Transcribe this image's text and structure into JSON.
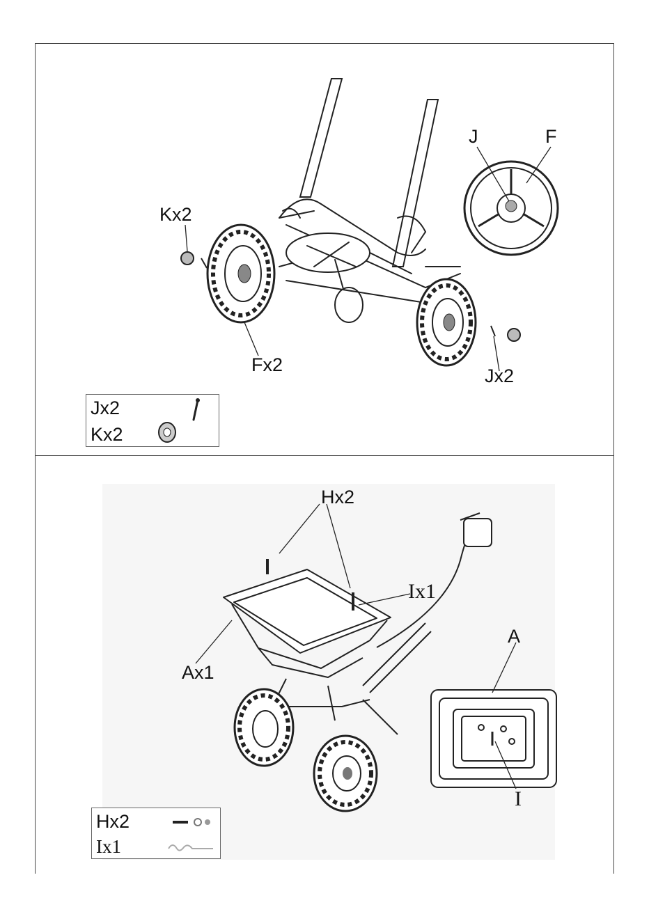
{
  "panel_top": {
    "callouts": {
      "k": "Kx2",
      "f": "Fx2",
      "j": "Jx2",
      "detail_j": "J",
      "detail_f": "F"
    },
    "legend": {
      "rows": [
        {
          "label": "Jx2",
          "icon": "pin-icon"
        },
        {
          "label": "Kx2",
          "icon": "wheel-cap-icon"
        }
      ]
    }
  },
  "panel_bottom": {
    "callouts": {
      "h": "Hx2",
      "i": "Ix1",
      "a": "Ax1",
      "detail_a": "A",
      "detail_i": "I"
    },
    "legend": {
      "rows": [
        {
          "label": "Hx2",
          "icon": "bolt-washer-nut-icon"
        },
        {
          "label": "Ix1",
          "icon": "cable-clip-icon"
        }
      ]
    }
  },
  "colors": {
    "line": "#222222",
    "frame": "#444444",
    "shade": "#f6f6f6"
  }
}
